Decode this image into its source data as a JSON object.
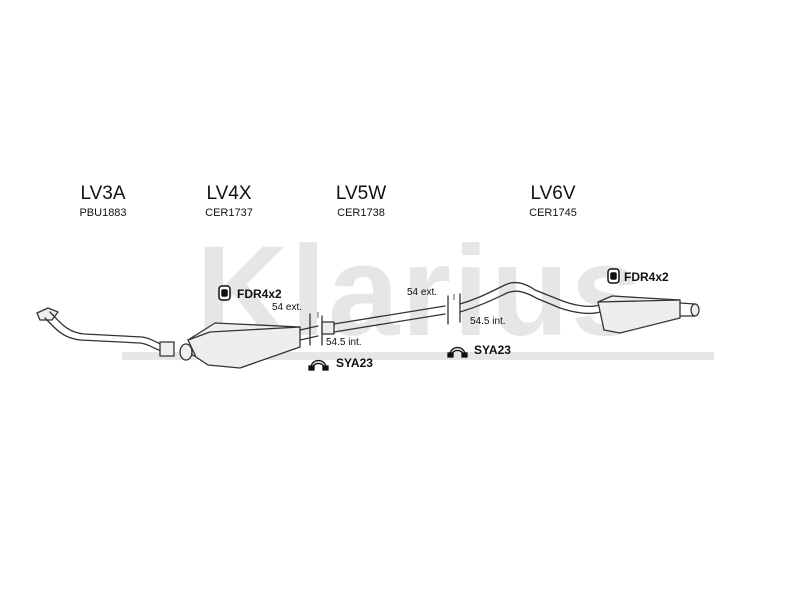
{
  "watermark": "Klarius",
  "sections": [
    {
      "code": "LV3A",
      "part": "PBU1883"
    },
    {
      "code": "LV4X",
      "part": "CER1737"
    },
    {
      "code": "LV5W",
      "part": "CER1738"
    },
    {
      "code": "LV6V",
      "part": "CER1745"
    }
  ],
  "fittings": {
    "fdr_left": "FDR4x2",
    "fdr_right": "FDR4x2",
    "sya_left": "SYA23",
    "sya_right": "SYA23"
  },
  "dimensions": {
    "left_ext": "54 ext.",
    "left_int": "54.5 int.",
    "right_ext": "54 ext.",
    "right_int": "54.5 int."
  },
  "colors": {
    "watermark": "#e6e6e6",
    "line": "#333333",
    "fill": "#eeeeee"
  }
}
